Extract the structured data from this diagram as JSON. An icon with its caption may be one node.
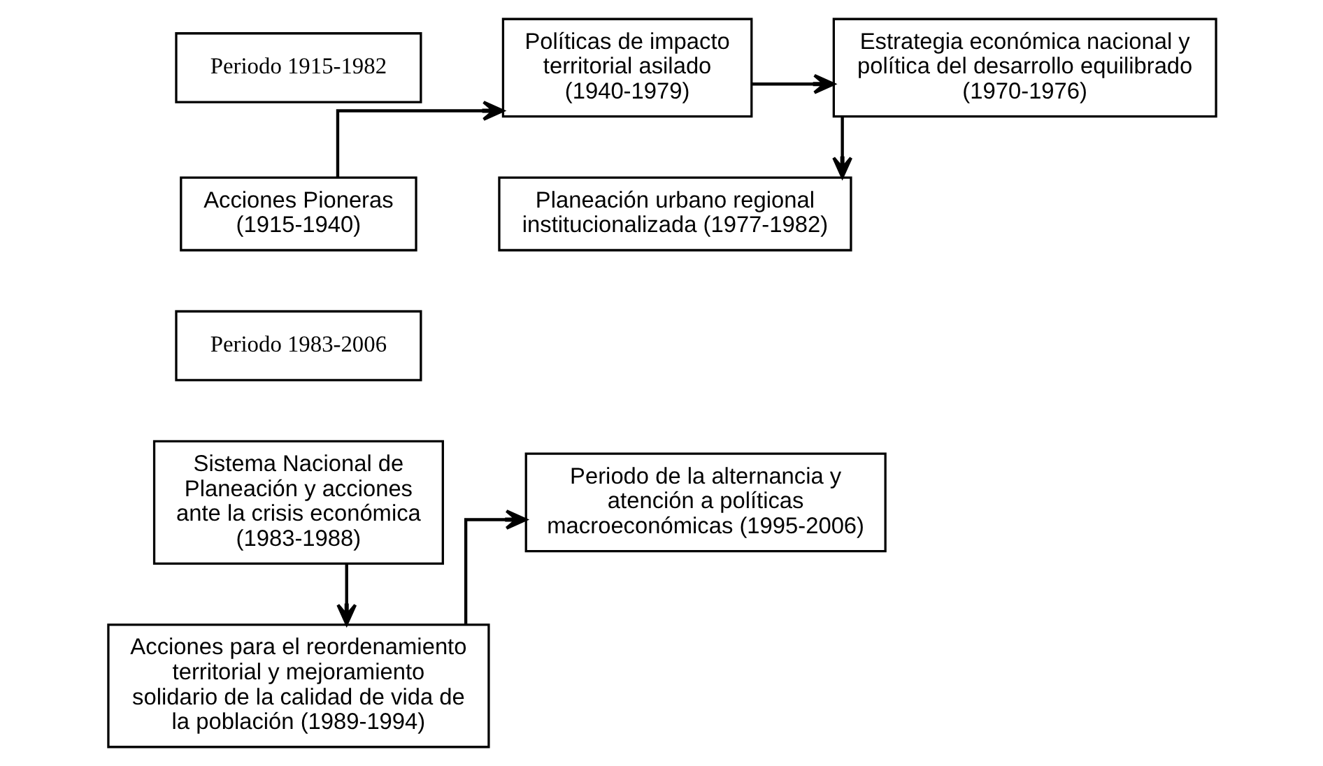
{
  "diagram": {
    "nodes": [
      {
        "text": [
          "Periodo 1915-1982"
        ]
      },
      {
        "text": [
          "Políticas de impacto territorial asilado (1940-1979)"
        ]
      },
      {
        "text": [
          "Estrategia económica nacional y política del desarrollo equilibrado (1970-1976)"
        ]
      },
      {
        "text": [
          "Acciones Pioneras (1915-1940)"
        ]
      },
      {
        "text": [
          "Planeación urbano regional institucionalizada (1977-1982)"
        ]
      },
      {
        "text": [
          "Periodo 1983-2006"
        ]
      },
      {
        "text": [
          "Sistema Nacional de Planeación y acciones ante la crisis económica (1983-1988)"
        ]
      },
      {
        "text": [
          "Periodo de la alternancia y atención a políticas macroeconómicas (1995-2006)"
        ]
      },
      {
        "text": [
          "Acciones para el reordenamiento territorial y mejoramiento solidario de la calidad de vida de la población (1989-1994)"
        ]
      }
    ],
    "edges": [
      {
        "from": 3,
        "to": 1,
        "arrow": "to"
      },
      {
        "from": 1,
        "to": 2,
        "arrow": "to"
      },
      {
        "from": 2,
        "to": 4,
        "arrow": "to"
      },
      {
        "from": 6,
        "to": 8,
        "arrow": "to"
      },
      {
        "from": 8,
        "to": 7,
        "arrow": "to"
      }
    ]
  }
}
